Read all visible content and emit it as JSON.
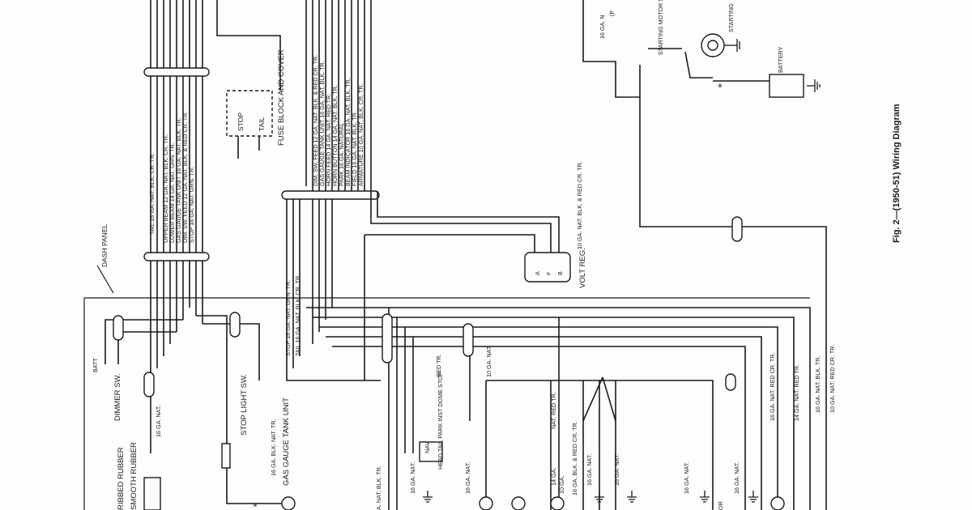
{
  "diagram": {
    "title": "Fig. 2—(1950-51) Wiring Diagram",
    "region_labels": {
      "dash_panel": "DASH PANEL"
    },
    "components": {
      "fuse_block": "FUSE BLOCK AND COVER",
      "fuse_stop": "STOP",
      "fuse_tail": "TAIL",
      "volt_reg": "VOLT REG.",
      "battery": "BATTERY",
      "starting_motor_sw": "STARTING MOTOR SW.",
      "starting": "STARTING",
      "dimmer_sw": "DIMMER SW.",
      "batt": "BATT",
      "stop_light_sw": "STOP LIGHT SW.",
      "gas_gauge_tank_unit": "GAS GAUGE TANK UNIT",
      "ribbed_rubber": "RIBBED RUBBER",
      "smooth_rubber": "SMOOTH RUBBER",
      "lighting_sw": "HEAD TAIL PARK INST DOME STOP",
      "nav": "NAV"
    },
    "wire_labels": {
      "tail": "TAIL 16 GA. NAT. BLK. CR. TR.",
      "upper_beam": "UPPER BEAM 12 GA. NAT. BLK. CR. TR.",
      "lower_beam": "LOWER BEAM 14 GA. NAT. GRN. TR.",
      "gas_gauge": "GAS GAUGE TANK UNIT 16 GA. NAT. BLK. TR.",
      "dim_sw_feed": "DIM. SW. FEED 12 GA. NAT. BLK. & RED CR. TR.",
      "stop_feed": "STOP 16 GA. NAT. GRN. TR.",
      "dim_sw_feed_2": "DIM. SW. FEED 12 GA. NAT. BLK. & RED CR. TR.",
      "gas_gauge_2": "GAS GAUGE TANK UNIT 16 GA. NAT. BLK. TR.",
      "horn_feed": "HORN FEED 14 GA. NAT. RED TR.",
      "horn_button": "HORN BUTTON 14 GA. NAT. BLK. TR.",
      "park": "PARK 16 GA. NATURAL",
      "beam_indicator": "BEAM INDICATOR 16 GA. NAT. BLK. TR.",
      "field": "FIELD 16 GA. NAT. BLK. TR.",
      "armature": "ARMATURE 10 GA. NAT. BLK. CR. TR.",
      "volt_reg_wire": "10 GA. NAT. BLK. & RED CR. TR.",
      "stop_vert": "STOP 16 GA. NAT. GRN. TR.",
      "tail_vert": "TAIL 16 GA. NAT. BLK. CR. TR.",
      "sixteen_ga_nat": "16 GA. NAT.",
      "gas_gauge_unit_wire": "16 GA. BLK. NAT. TR.",
      "nat_blk_tr": "A. NAT. BLK. TR.",
      "red_tr": "RED TR.",
      "ten_ga_nat": "10 GA. NAT.",
      "nat_red_tr": "NAT. RED TR.",
      "right_1": "16 GA. NAT. RED CR. TR.",
      "right_2": "14 GA. NAT. RED TR.",
      "right_3": "16 GA. NAT. BLK. TR.",
      "right_4": "10 GA. NAT. RED CR. TR.",
      "bottom_14ga": "14 GA.",
      "bottom_10ga": "10 GA.",
      "bottom_blk_red": "16 GA. BLK. & RED CR. TR.",
      "bottom_16nat_a": "16 GA. NAT.",
      "bottom_16nat_b": "16 GA. NAT.",
      "bottom_16nat_c": "16 GA. NAT.",
      "bottom_16nat_d": "16 GA. NAT.",
      "bottom_16nat_e": "16 GA. NAT.",
      "bottom_16nat_f": "16 GA. NAT.",
      "top_right": "16 GA. N",
      "top_right_p": "(P",
      "bottom_or": "OR"
    }
  }
}
